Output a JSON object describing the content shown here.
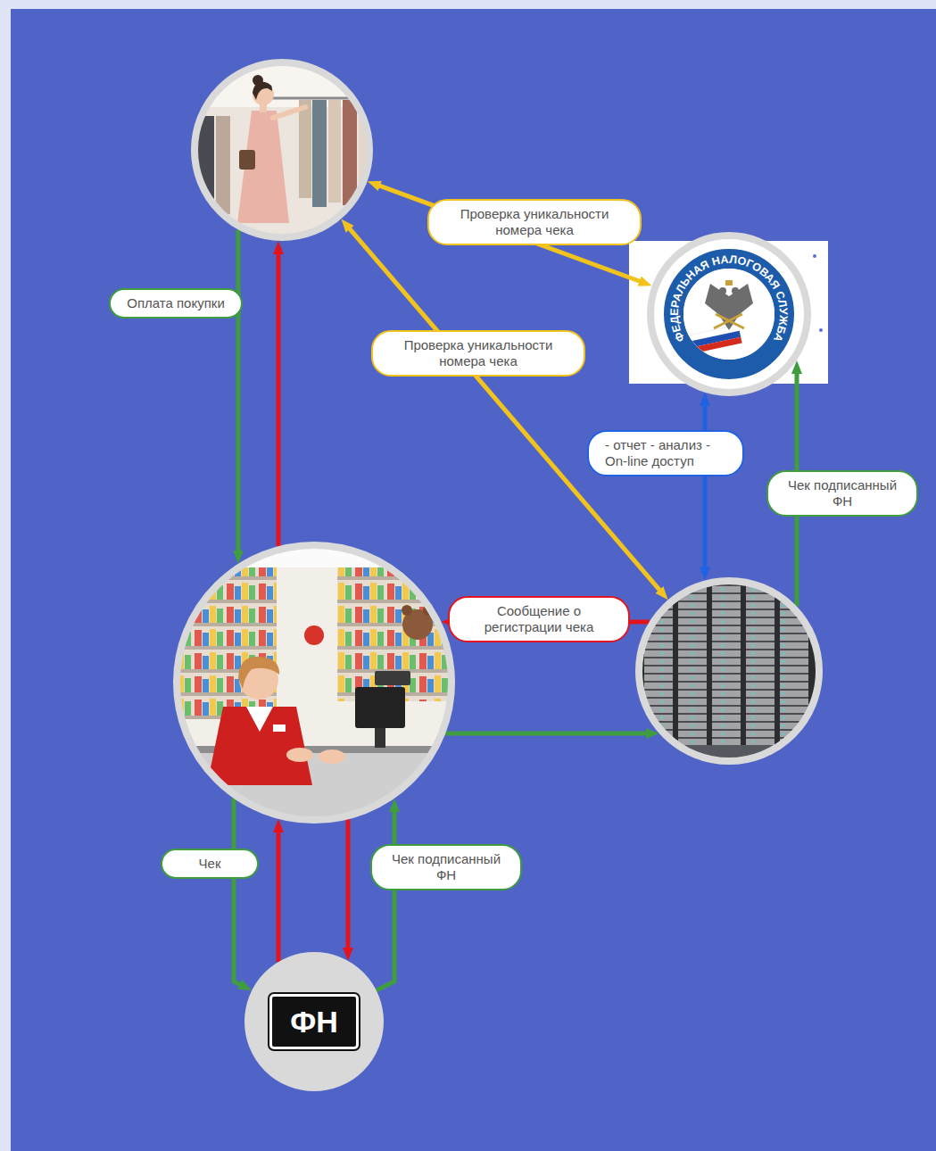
{
  "diagram": {
    "nodes": [
      {
        "text": []
      },
      {
        "text": [
          "ФЕДЕРАЛЬНАЯ НАЛОГОВАЯ СЛУЖБА"
        ]
      },
      {
        "text": []
      },
      {
        "text": []
      },
      {
        "text": [
          "ФН"
        ]
      }
    ],
    "edges": [
      {
        "from": 0,
        "to": 2,
        "label": "Оплата покупки",
        "arrow": "to"
      },
      {
        "from": 2,
        "to": 0,
        "arrow": "to"
      },
      {
        "from": 0,
        "to": 1,
        "label": "Проверка уникальности номера чека",
        "arrow": "both"
      },
      {
        "from": 0,
        "to": 3,
        "label": "Проверка уникальности номера чека",
        "arrow": "both"
      },
      {
        "from": 3,
        "to": 1,
        "label": "- отчет - анализ - On-line доступ",
        "arrow": "both"
      },
      {
        "from": 3,
        "to": 1,
        "label": "Чек подписанный ФН",
        "arrow": "to"
      },
      {
        "from": 3,
        "to": 2,
        "label": "Сообщение о регистрации чека",
        "arrow": "to"
      },
      {
        "from": 2,
        "to": 3,
        "arrow": "to"
      },
      {
        "from": 2,
        "to": 4,
        "label": "Чек",
        "arrow": "to"
      },
      {
        "from": 2,
        "to": 4,
        "arrow": "to"
      },
      {
        "from": 4,
        "to": 2,
        "arrow": "to"
      },
      {
        "from": 4,
        "to": 2,
        "label": "Чек подписанный ФН",
        "arrow": "to"
      }
    ]
  }
}
